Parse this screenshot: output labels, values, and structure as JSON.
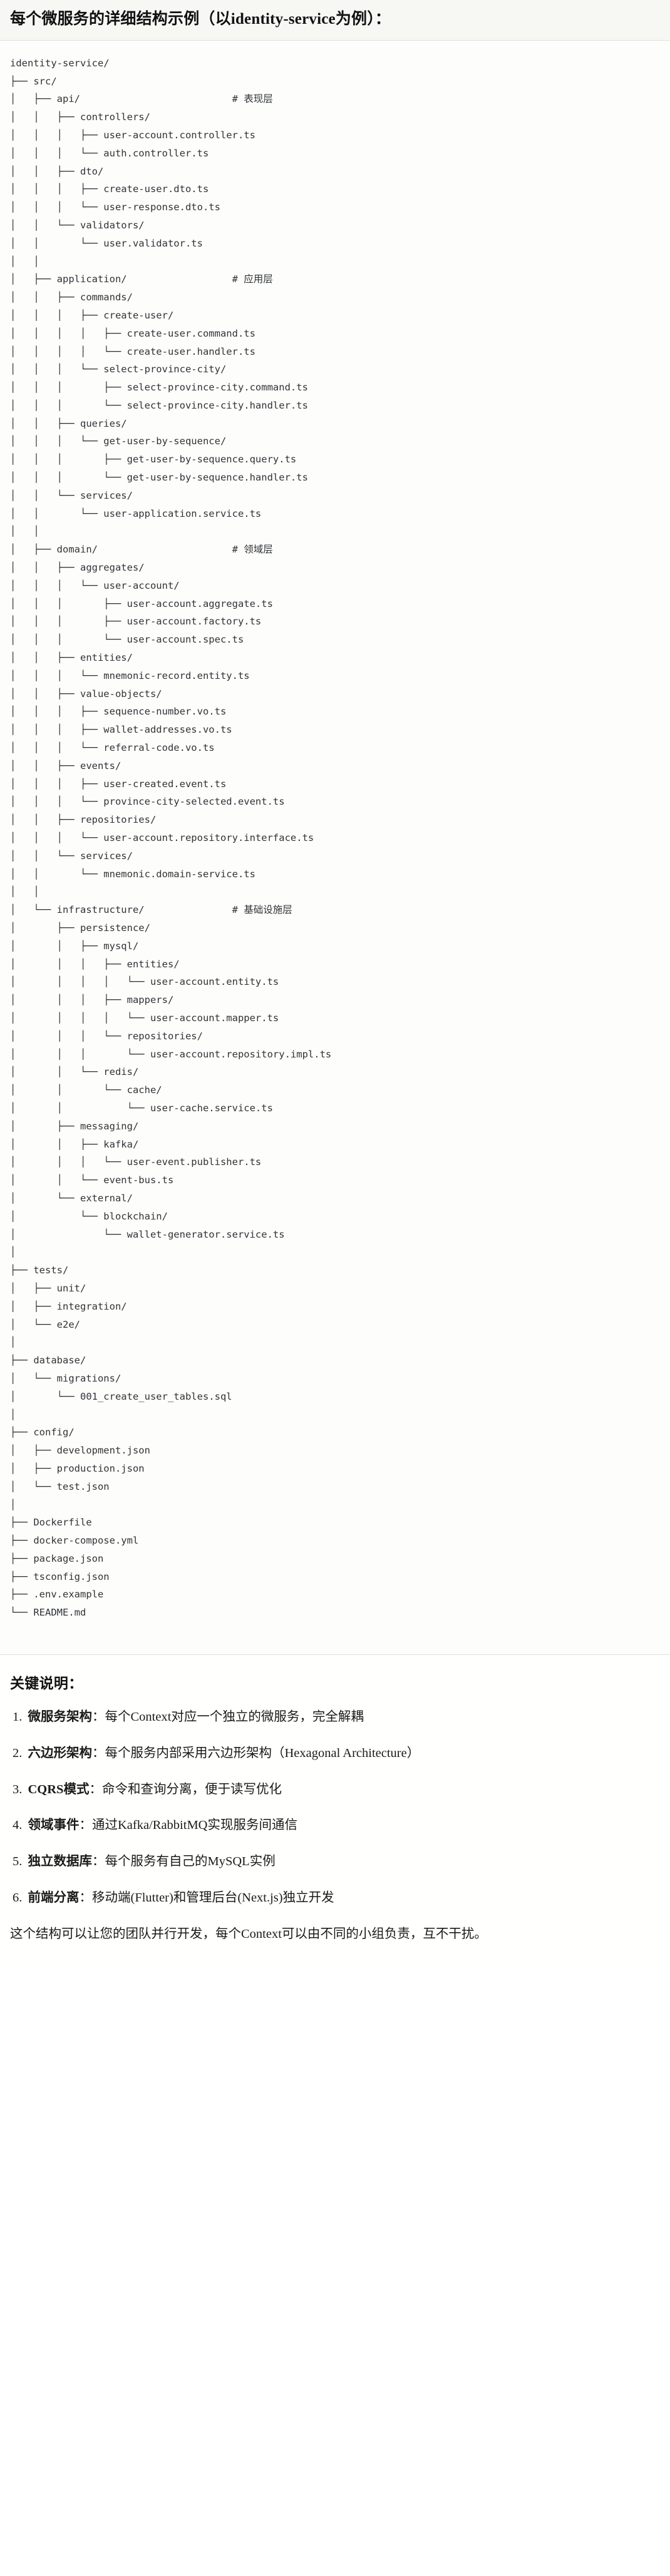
{
  "header": {
    "title": "每个微服务的详细结构示例（以identity-service为例）："
  },
  "tree": {
    "root_label": "identity-service/",
    "comments": {
      "api": "# 表现层",
      "application": "# 应用层",
      "domain": "# 领域层",
      "infrastructure": "# 基础设施层"
    },
    "text": "identity-service/\n├── src/\n│   ├── api/                          # 表现层\n│   │   ├── controllers/\n│   │   │   ├── user-account.controller.ts\n│   │   │   └── auth.controller.ts\n│   │   ├── dto/\n│   │   │   ├── create-user.dto.ts\n│   │   │   └── user-response.dto.ts\n│   │   └── validators/\n│   │       └── user.validator.ts\n│   │\n│   ├── application/                  # 应用层\n│   │   ├── commands/\n│   │   │   ├── create-user/\n│   │   │   │   ├── create-user.command.ts\n│   │   │   │   └── create-user.handler.ts\n│   │   │   └── select-province-city/\n│   │   │       ├── select-province-city.command.ts\n│   │   │       └── select-province-city.handler.ts\n│   │   ├── queries/\n│   │   │   └── get-user-by-sequence/\n│   │   │       ├── get-user-by-sequence.query.ts\n│   │   │       └── get-user-by-sequence.handler.ts\n│   │   └── services/\n│   │       └── user-application.service.ts\n│   │\n│   ├── domain/                       # 领域层\n│   │   ├── aggregates/\n│   │   │   └── user-account/\n│   │   │       ├── user-account.aggregate.ts\n│   │   │       ├── user-account.factory.ts\n│   │   │       └── user-account.spec.ts\n│   │   ├── entities/\n│   │   │   └── mnemonic-record.entity.ts\n│   │   ├── value-objects/\n│   │   │   ├── sequence-number.vo.ts\n│   │   │   ├── wallet-addresses.vo.ts\n│   │   │   └── referral-code.vo.ts\n│   │   ├── events/\n│   │   │   ├── user-created.event.ts\n│   │   │   └── province-city-selected.event.ts\n│   │   ├── repositories/\n│   │   │   └── user-account.repository.interface.ts\n│   │   └── services/\n│   │       └── mnemonic.domain-service.ts\n│   │\n│   └── infrastructure/               # 基础设施层\n│       ├── persistence/\n│       │   ├── mysql/\n│       │   │   ├── entities/\n│       │   │   │   └── user-account.entity.ts\n│       │   │   ├── mappers/\n│       │   │   │   └── user-account.mapper.ts\n│       │   │   └── repositories/\n│       │   │       └── user-account.repository.impl.ts\n│       │   └── redis/\n│       │       └── cache/\n│       │           └── user-cache.service.ts\n│       ├── messaging/\n│       │   ├── kafka/\n│       │   │   └── user-event.publisher.ts\n│       │   └── event-bus.ts\n│       └── external/\n│           └── blockchain/\n│               └── wallet-generator.service.ts\n│\n├── tests/\n│   ├── unit/\n│   ├── integration/\n│   └── e2e/\n│\n├── database/\n│   └── migrations/\n│       └── 001_create_user_tables.sql\n│\n├── config/\n│   ├── development.json\n│   ├── production.json\n│   └── test.json\n│\n├── Dockerfile\n├── docker-compose.yml\n├── package.json\n├── tsconfig.json\n├── .env.example\n└── README.md"
  },
  "notes": {
    "heading": "关键说明：",
    "items": [
      {
        "term": "微服务架构",
        "sep": "：",
        "desc": "每个Context对应一个独立的微服务，完全解耦"
      },
      {
        "term": "六边形架构",
        "sep": "：",
        "desc": "每个服务内部采用六边形架构（Hexagonal Architecture）"
      },
      {
        "term": "CQRS模式",
        "sep": "：",
        "desc": "命令和查询分离，便于读写优化"
      },
      {
        "term": "领域事件",
        "sep": "：",
        "desc": "通过Kafka/RabbitMQ实现服务间通信"
      },
      {
        "term": "独立数据库",
        "sep": "：",
        "desc": "每个服务有自己的MySQL实例"
      },
      {
        "term": "前端分离",
        "sep": "：",
        "desc": "移动端(Flutter)和管理后台(Next.js)独立开发"
      }
    ],
    "closing": "这个结构可以让您的团队并行开发，每个Context可以由不同的小组负责，互不干扰。"
  }
}
